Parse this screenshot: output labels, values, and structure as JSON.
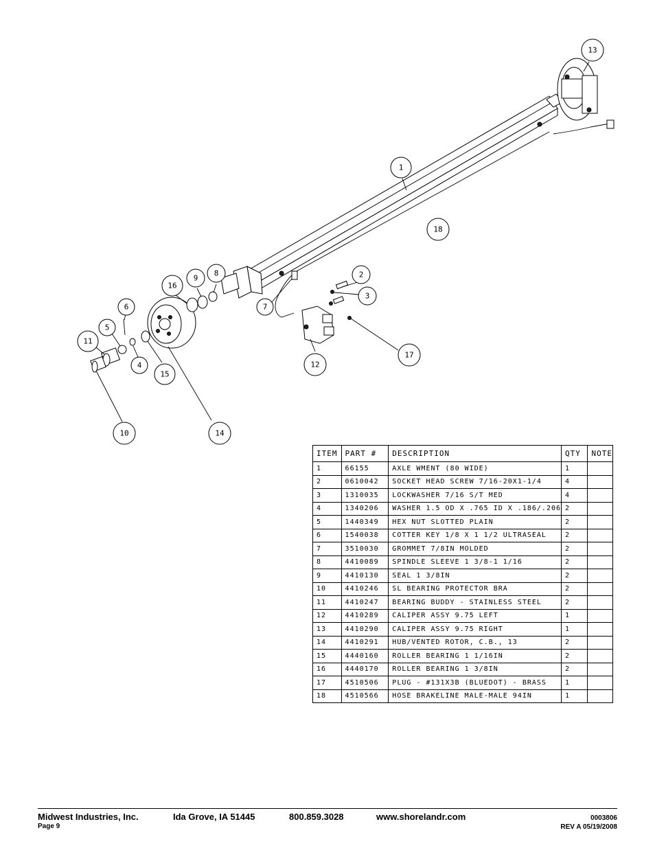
{
  "callouts": [
    "1",
    "2",
    "3",
    "4",
    "5",
    "6",
    "7",
    "8",
    "9",
    "10",
    "11",
    "12",
    "13",
    "14",
    "15",
    "16",
    "17",
    "18"
  ],
  "parts_table": {
    "headers": {
      "item": "ITEM",
      "part": "PART #",
      "description": "DESCRIPTION",
      "qty": "QTY",
      "note": "NOTE"
    },
    "rows": [
      {
        "item": "1",
        "part": "66155",
        "description": "AXLE WMENT (80 WIDE)",
        "qty": "1",
        "note": ""
      },
      {
        "item": "2",
        "part": "0610042",
        "description": "SOCKET HEAD SCREW 7/16-20X1-1/4",
        "qty": "4",
        "note": ""
      },
      {
        "item": "3",
        "part": "1310035",
        "description": "LOCKWASHER 7/16 S/T MED",
        "qty": "4",
        "note": ""
      },
      {
        "item": "4",
        "part": "1340206",
        "description": "WASHER 1.5 OD X .765 ID X .186/.206",
        "qty": "2",
        "note": ""
      },
      {
        "item": "5",
        "part": "1440349",
        "description": "HEX NUT SLOTTED PLAIN",
        "qty": "2",
        "note": ""
      },
      {
        "item": "6",
        "part": "1540038",
        "description": "COTTER KEY 1/8 X 1 1/2 ULTRASEAL",
        "qty": "2",
        "note": ""
      },
      {
        "item": "7",
        "part": "3510030",
        "description": "GROMMET  7/8IN MOLDED",
        "qty": "2",
        "note": ""
      },
      {
        "item": "8",
        "part": "4410089",
        "description": "SPINDLE SLEEVE  1 3/8-1 1/16",
        "qty": "2",
        "note": ""
      },
      {
        "item": "9",
        "part": "4410130",
        "description": "SEAL  1 3/8IN",
        "qty": "2",
        "note": ""
      },
      {
        "item": "10",
        "part": "4410246",
        "description": "SL BEARING PROTECTOR BRA",
        "qty": "2",
        "note": ""
      },
      {
        "item": "11",
        "part": "4410247",
        "description": "BEARING BUDDY - STAINLESS STEEL",
        "qty": "2",
        "note": ""
      },
      {
        "item": "12",
        "part": "4410289",
        "description": "CALIPER ASSY 9.75 LEFT",
        "qty": "1",
        "note": ""
      },
      {
        "item": "13",
        "part": "4410290",
        "description": "CALIPER ASSY 9.75 RIGHT",
        "qty": "1",
        "note": ""
      },
      {
        "item": "14",
        "part": "4410291",
        "description": "HUB/VENTED ROTOR, C.B.,  13",
        "qty": "2",
        "note": ""
      },
      {
        "item": "15",
        "part": "4440160",
        "description": "ROLLER BEARING  1 1/16IN",
        "qty": "2",
        "note": ""
      },
      {
        "item": "16",
        "part": "4440170",
        "description": "ROLLER BEARING  1 3/8IN",
        "qty": "2",
        "note": ""
      },
      {
        "item": "17",
        "part": "4510506",
        "description": "PLUG - #131X3B (BLUEDOT) - BRASS",
        "qty": "1",
        "note": ""
      },
      {
        "item": "18",
        "part": "4510566",
        "description": "HOSE BRAKELINE MALE-MALE 94IN",
        "qty": "1",
        "note": ""
      }
    ]
  },
  "footer": {
    "company": "Midwest Industries, Inc.",
    "city": "Ida Grove, IA  51445",
    "phone": "800.859.3028",
    "website": "www.shorelandr.com",
    "page": "Page 9",
    "doc_number": "0003806",
    "revision": "REV A  05/19/2008"
  }
}
